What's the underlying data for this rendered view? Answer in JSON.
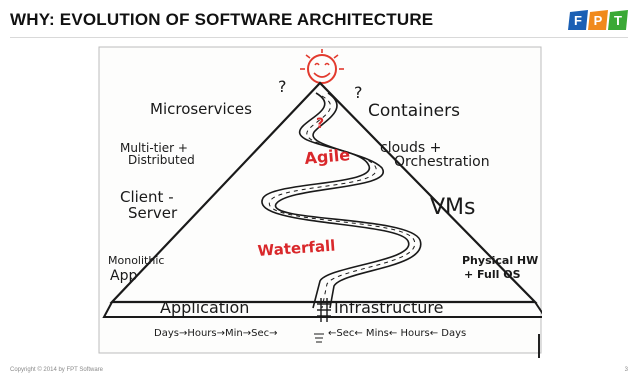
{
  "slide": {
    "title": "WHY: EVOLUTION OF SOFTWARE ARCHITECTURE",
    "logo_letters": [
      "F",
      "P",
      "T"
    ],
    "footer": "Copyright © 2014 by FPT Software",
    "page_number": "3"
  },
  "diagram": {
    "left_labels": [
      "Microservices",
      "Multi-tier +",
      "Distributed",
      "Client -",
      "Server",
      "Monolithic",
      "App"
    ],
    "right_labels": [
      "Containers",
      "clouds +",
      "Orchestration",
      "VMs",
      "Physical HW",
      "+ Full OS"
    ],
    "base_left": "Application",
    "base_right": "Infrastructure",
    "timeline_left": "Days→Hours→Min→Sec→",
    "timeline_right": "←Sec← Mins← Hours← Days",
    "agile": "Agile",
    "waterfall": "Waterfall",
    "question_marks": [
      "?",
      "?",
      "?"
    ]
  },
  "colors": {
    "title": "#111111",
    "sun": "#e23a2e",
    "red_text": "#d9282b",
    "logo_blue": "#1a5fb4",
    "logo_orange": "#f08a1c",
    "logo_green": "#3aa935"
  }
}
